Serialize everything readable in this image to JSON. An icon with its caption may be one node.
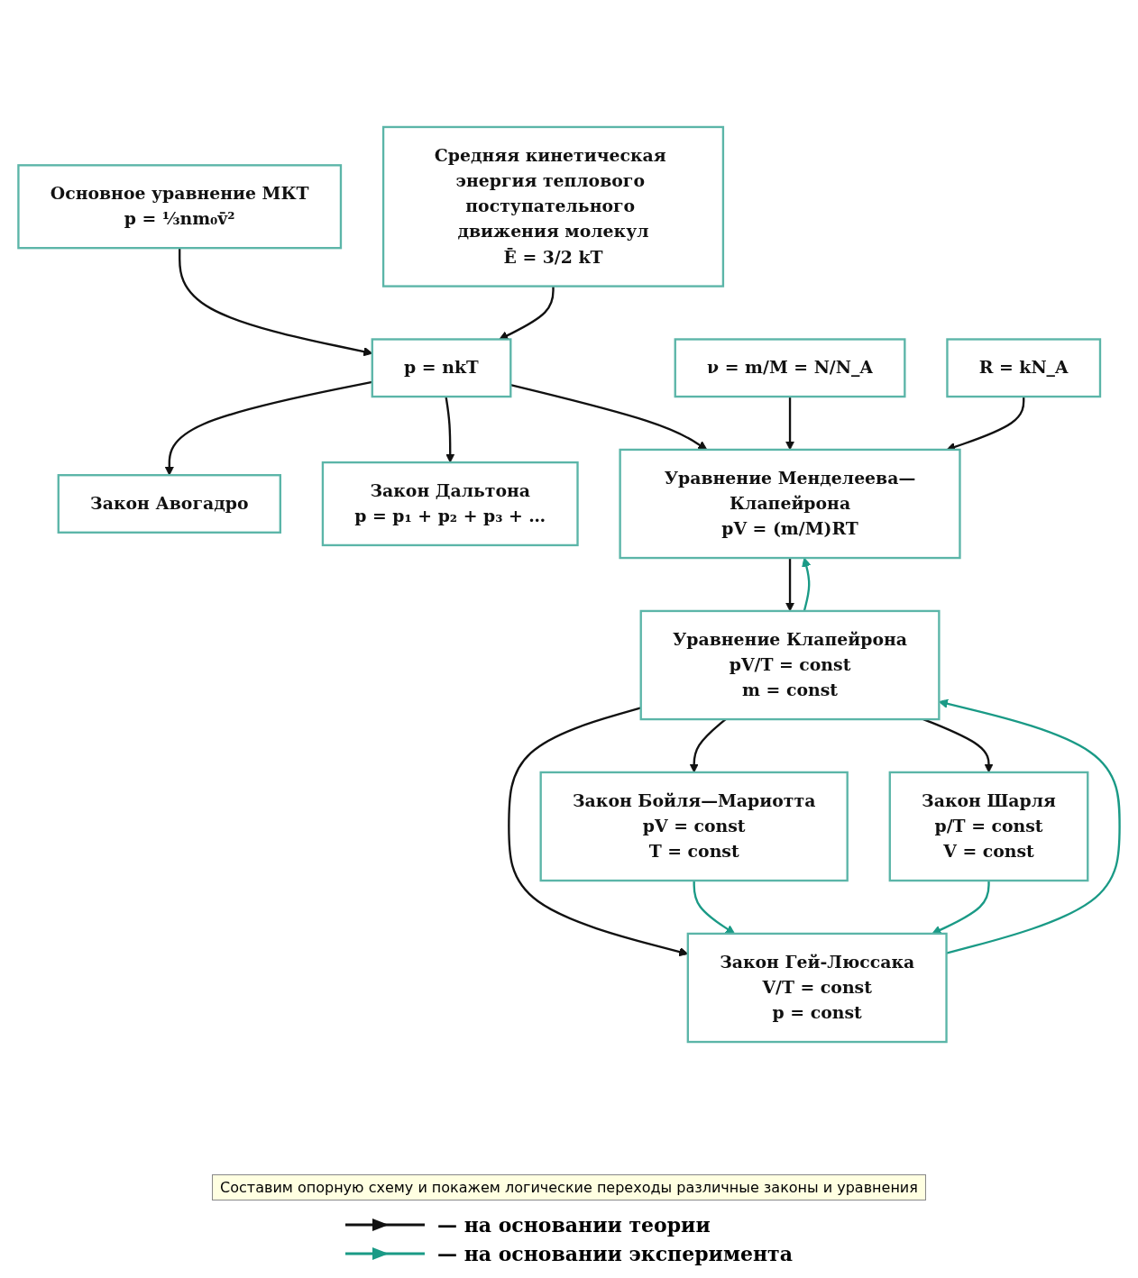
{
  "diagram": {
    "nodes": [
      {
        "text": [
          "Основное уравнение МКТ",
          "p = ⅓nm₀v̄²"
        ]
      },
      {
        "text": [
          "Средняя кинетическая энергия теплового поступательного движения молекул",
          "Ē = 3/2 kT"
        ]
      },
      {
        "text": [
          "Закон Авогадро"
        ]
      },
      {
        "text": [
          "p = nkT"
        ]
      },
      {
        "text": [
          "Закон Дальтона",
          "p = p₁ + p₂ + p₃ + …"
        ]
      },
      {
        "text": [
          "ν = m/M = N/N_A"
        ]
      },
      {
        "text": [
          "Уравнение Менделеева—Клапейрона",
          "pV = (m/M)RT"
        ]
      },
      {
        "text": [
          "R = kN_A"
        ]
      },
      {
        "text": [
          "Уравнение Клапейрона",
          "pV/T = const",
          "m = const"
        ]
      },
      {
        "text": [
          "Закон Бойля—Мариотта",
          "pV = const",
          "T = const"
        ]
      },
      {
        "text": [
          "Закон Гей-Люссака",
          "V/T = const",
          "p = const"
        ]
      },
      {
        "text": [
          "Закон Шарля",
          "p/T = const",
          "V = const"
        ]
      }
    ],
    "edges": [
      {
        "from": 0,
        "to": 3,
        "arrow": "to"
      },
      {
        "from": 1,
        "to": 3,
        "arrow": "to"
      },
      {
        "from": 3,
        "to": 2,
        "arrow": "to"
      },
      {
        "from": 3,
        "to": 4,
        "arrow": "to"
      },
      {
        "from": 3,
        "to": 6,
        "arrow": "to"
      },
      {
        "from": 5,
        "to": 6,
        "arrow": "to"
      },
      {
        "from": 7,
        "to": 6,
        "arrow": "to"
      },
      {
        "from": 6,
        "to": 8,
        "arrow": "to"
      },
      {
        "from": 8,
        "to": 6,
        "arrow": "to",
        "color": "#1a9a86"
      },
      {
        "from": 8,
        "to": 9,
        "arrow": "to"
      },
      {
        "from": 8,
        "to": 10,
        "arrow": "to"
      },
      {
        "from": 10,
        "to": 8,
        "arrow": "to",
        "color": "#1a9a86"
      },
      {
        "from": 8,
        "to": 11,
        "arrow": "to"
      },
      {
        "from": 9,
        "to": 10,
        "arrow": "to",
        "color": "#1a9a86"
      },
      {
        "from": 11,
        "to": 10,
        "arrow": "to",
        "color": "#1a9a86"
      }
    ],
    "labels": [
      "Составим опорную схему и покажем логические переходы различные законы и уравнения"
    ],
    "legend": [
      {
        "text": "— на основании теории"
      },
      {
        "text": "— на основании эксперимента"
      }
    ]
  }
}
